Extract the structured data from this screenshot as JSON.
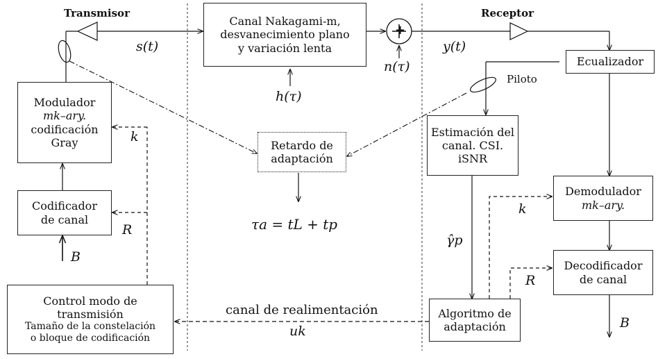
{
  "headers": {
    "transmitter": "Transmisor",
    "receiver": "Receptor"
  },
  "blocks": {
    "channel": [
      "Canal Nakagami-m,",
      "desvanecimiento plano",
      "y variación lenta"
    ],
    "modulator": [
      "Modulador",
      "mk–ary.",
      "codificación",
      "Gray"
    ],
    "channel_coder": [
      "Codificador",
      "de canal"
    ],
    "mode_control": [
      "Control modo de",
      "transmisión",
      "Tamaño de la constelación",
      "o bloque de codificación"
    ],
    "adaptation_delay": [
      "Retardo de",
      "adaptación"
    ],
    "equalizer": [
      "Ecualizador"
    ],
    "channel_estimation": [
      "Estimación del",
      "canal. CSI.",
      "iSNR"
    ],
    "demodulator": [
      "Demodulador",
      "mk–ary."
    ],
    "channel_decoder": [
      "Decodificador",
      "de canal"
    ],
    "adaptation_algorithm": [
      "Algoritmo de",
      "adaptación"
    ]
  },
  "signals": {
    "s_t": "s(t)",
    "h_tau": "h(τ)",
    "n_tau": "n(τ)",
    "y_t": "y(t)",
    "k_tx": "k",
    "R_tx": "R",
    "B_in": "B",
    "k_rx": "k",
    "R_rx": "R",
    "B_out": "B",
    "gamma_p": "γ̂p",
    "tau_a": "τa = tL + tp",
    "pilot": "Piloto",
    "feedback": "canal de realimentación",
    "u_k": "uk"
  },
  "summing_symbol": "+"
}
